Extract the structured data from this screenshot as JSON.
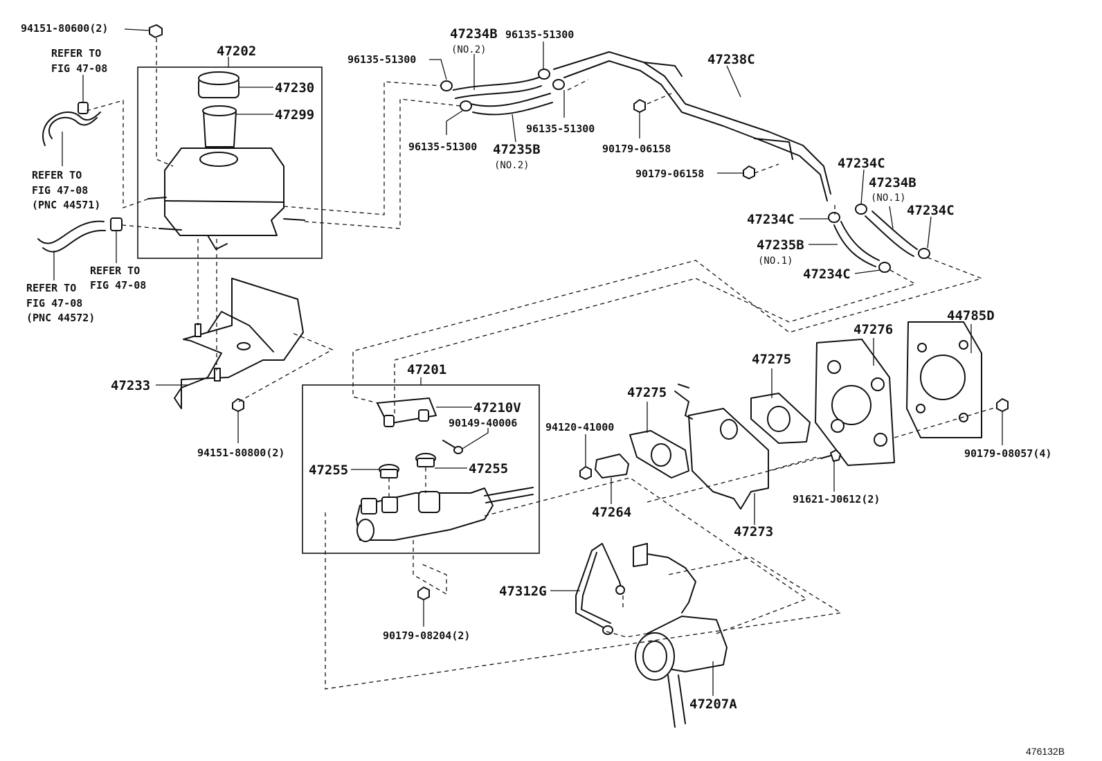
{
  "diagram_code": "476132B",
  "labels": {
    "p47202": "47202",
    "p47230": "47230",
    "p47299": "47299",
    "p94151_80600": "94151-80600(2)",
    "p94151_80800": "94151-80800(2)",
    "p47233": "47233",
    "p47234B": "47234B",
    "p47234B_sub": "(NO.2)",
    "p96135_a": "96135-51300",
    "p96135_b": "96135-51300",
    "p96135_c": "96135-51300",
    "p96135_d": "96135-51300",
    "p47235B": "47235B",
    "p47235B_sub": "(NO.2)",
    "p90179_06158_a": "90179-06158",
    "p90179_06158_b": "90179-06158",
    "p47238C": "47238C",
    "p47234C_a": "47234C",
    "p47234B_b": "47234B",
    "p47234B_b_sub": "(NO.1)",
    "p47234C_b": "47234C",
    "p47234C_c": "47234C",
    "p47235B_b": "47235B",
    "p47235B_b_sub": "(NO.1)",
    "p47234C_d": "47234C",
    "p47201": "47201",
    "p47210V": "47210V",
    "p90149_40006": "90149-40006",
    "p47255_a": "47255",
    "p47255_b": "47255",
    "p90179_08204": "90179-08204(2)",
    "p94120_41000": "94120-41000",
    "p47264": "47264",
    "p47275_a": "47275",
    "p47275_b": "47275",
    "p47273": "47273",
    "p47276": "47276",
    "p44785D": "44785D",
    "p90179_08057": "90179-08057(4)",
    "p91621_J0612": "91621-J0612(2)",
    "p47312G": "47312G",
    "p47207A": "47207A"
  },
  "refs": {
    "ref1": [
      "REFER TO",
      "FIG 47-08"
    ],
    "ref2": [
      "REFER TO",
      "FIG 47-08",
      "(PNC 44571)"
    ],
    "ref3": [
      "REFER TO",
      "FIG 47-08"
    ],
    "ref4": [
      "REFER TO",
      "FIG 47-08",
      "(PNC 44572)"
    ]
  }
}
